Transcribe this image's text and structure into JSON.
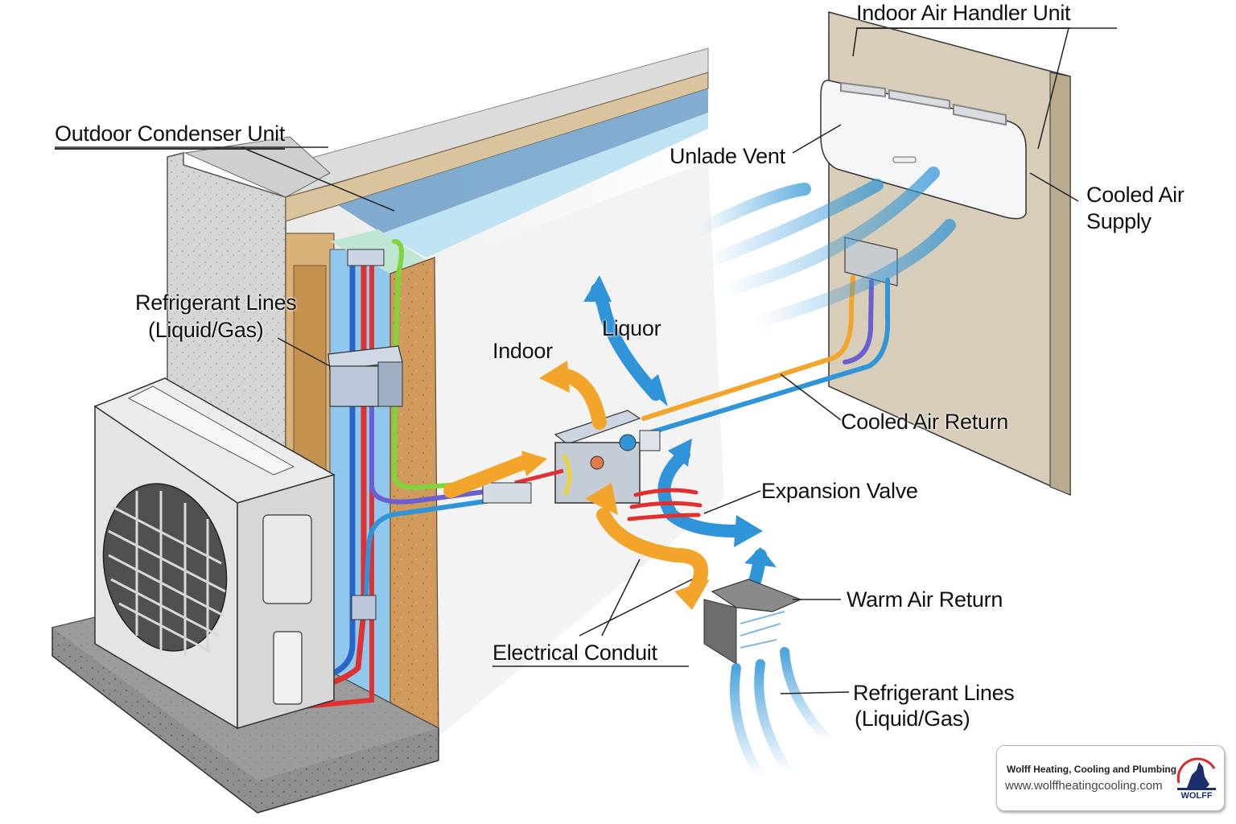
{
  "diagram": {
    "title": "Split Air Conditioning System Components",
    "labels": {
      "indoor_air_handler_unit": "Indoor Air Handler Unit",
      "outdoor_condenser_unit": "Outdoor Condenser Unit",
      "unlade_vent": "Unlade Vent",
      "cooled_air_supply_line1": "Cooled Air",
      "cooled_air_supply_line2": "Supply",
      "refrigerant_lines_top_line1": "Refrigerant Lines",
      "refrigerant_lines_top_line2": "(Liquid/Gas)",
      "liquor": "Liquor",
      "indoor": "Indoor",
      "cooled_air_return": "Cooled Air Return",
      "expansion_valve": "Expansion Valve",
      "warm_air_return": "Warm Air Return",
      "electrical_conduit": "Electrical Conduit",
      "refrigerant_lines_bottom_line1": "Refrigerant Lines",
      "refrigerant_lines_bottom_line2": "(Liquid/Gas)"
    },
    "colors": {
      "cool_air": "#2f95d8",
      "warm_air": "#f2a52a",
      "liquid_line": "#e03030",
      "gas_line": "#2a66c8",
      "suction_line": "#6a5fd0",
      "electrical": "#7fd43a",
      "insulation": "#c8955a",
      "wall_beige": "#d8cdb8"
    }
  },
  "brand": {
    "name": "Wolff Heating, Cooling and Plumbing",
    "url": "www.wolffheatingcooling.com",
    "logo_text": "WOLFF",
    "logo_icon": "wolf-howling-icon"
  }
}
